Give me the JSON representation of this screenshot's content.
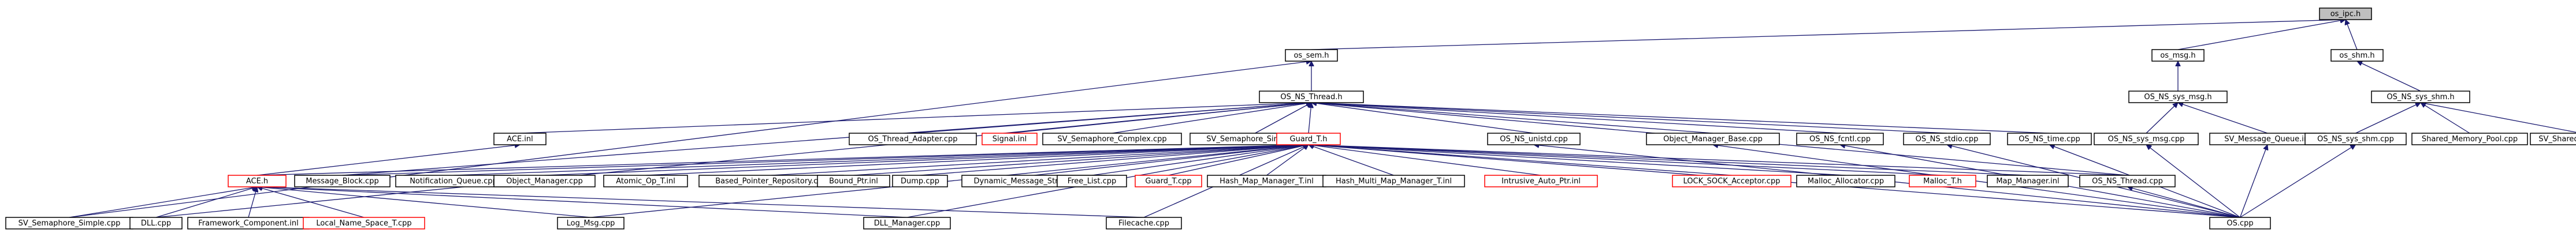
{
  "graph": {
    "colors": {
      "edge": "#191970",
      "box_border": "#000000",
      "missing_border": "#ff0000",
      "current_fill": "#bfbfbf",
      "background": "#ffffff"
    },
    "nodes": [
      {
        "id": "os_ipc_h",
        "label": "os_ipc.h",
        "status": "current"
      },
      {
        "id": "os_sem_h",
        "label": "os_sem.h"
      },
      {
        "id": "os_msg_h",
        "label": "os_msg.h"
      },
      {
        "id": "os_shm_h",
        "label": "os_shm.h"
      },
      {
        "id": "os_ns_thread_h",
        "label": "OS_NS_Thread.h"
      },
      {
        "id": "os_ns_sys_msg_h",
        "label": "OS_NS_sys_msg.h"
      },
      {
        "id": "os_ns_sys_shm_h",
        "label": "OS_NS_sys_shm.h"
      },
      {
        "id": "ace_inl",
        "label": "ACE.inl"
      },
      {
        "id": "os_thread_adapter_cpp",
        "label": "OS_Thread_Adapter.cpp"
      },
      {
        "id": "signal_inl",
        "label": "Signal.inl",
        "status": "missing"
      },
      {
        "id": "sv_semaphore_complex_cpp",
        "label": "SV_Semaphore_Complex.cpp"
      },
      {
        "id": "sv_semaphore_simple_inl",
        "label": "SV_Semaphore_Simple.inl"
      },
      {
        "id": "guard_t_h",
        "label": "Guard_T.h",
        "status": "missing"
      },
      {
        "id": "os_ns_unistd_cpp",
        "label": "OS_NS_unistd.cpp"
      },
      {
        "id": "object_manager_base_cpp",
        "label": "Object_Manager_Base.cpp"
      },
      {
        "id": "os_ns_fcntl_cpp",
        "label": "OS_NS_fcntl.cpp"
      },
      {
        "id": "os_ns_stdio_cpp",
        "label": "OS_NS_stdio.cpp"
      },
      {
        "id": "os_ns_time_cpp",
        "label": "OS_NS_time.cpp"
      },
      {
        "id": "os_ns_sys_msg_cpp",
        "label": "OS_NS_sys_msg.cpp"
      },
      {
        "id": "sv_message_queue_inl",
        "label": "SV_Message_Queue.inl"
      },
      {
        "id": "os_ns_sys_shm_cpp",
        "label": "OS_NS_sys_shm.cpp"
      },
      {
        "id": "shared_memory_pool_cpp",
        "label": "Shared_Memory_Pool.cpp"
      },
      {
        "id": "sv_shared_memory_inl",
        "label": "SV_Shared_Memory.inl"
      },
      {
        "id": "message_block_cpp",
        "label": "Message_Block.cpp"
      },
      {
        "id": "notification_queue_cpp",
        "label": "Notification_Queue.cpp"
      },
      {
        "id": "object_manager_cpp",
        "label": "Object_Manager.cpp"
      },
      {
        "id": "atomic_op_t_inl",
        "label": "Atomic_Op_T.inl"
      },
      {
        "id": "based_pointer_repository_cpp",
        "label": "Based_Pointer_Repository.cpp"
      },
      {
        "id": "bound_ptr_inl",
        "label": "Bound_Ptr.inl"
      },
      {
        "id": "dump_cpp",
        "label": "Dump.cpp"
      },
      {
        "id": "dynamic_message_strategy_cpp",
        "label": "Dynamic_Message_Strategy.cpp"
      },
      {
        "id": "free_list_cpp",
        "label": "Free_List.cpp"
      },
      {
        "id": "guard_t_cpp",
        "label": "Guard_T.cpp",
        "status": "missing"
      },
      {
        "id": "hash_map_manager_t_inl",
        "label": "Hash_Map_Manager_T.inl"
      },
      {
        "id": "hash_multi_map_manager_t_inl",
        "label": "Hash_Multi_Map_Manager_T.inl"
      },
      {
        "id": "intrusive_auto_ptr_inl",
        "label": "Intrusive_Auto_Ptr.inl",
        "status": "missing"
      },
      {
        "id": "lock_sock_acceptor_cpp",
        "label": "LOCK_SOCK_Acceptor.cpp",
        "status": "missing"
      },
      {
        "id": "malloc_allocator_cpp",
        "label": "Malloc_Allocator.cpp"
      },
      {
        "id": "malloc_t_h",
        "label": "Malloc_T.h",
        "status": "missing"
      },
      {
        "id": "map_manager_inl",
        "label": "Map_Manager.inl"
      },
      {
        "id": "os_ns_thread_cpp",
        "label": "OS_NS_Thread.cpp"
      },
      {
        "id": "ace_h",
        "label": "ACE.h",
        "status": "missing"
      },
      {
        "id": "sv_semaphore_simple_cpp",
        "label": "SV_Semaphore_Simple.cpp"
      },
      {
        "id": "dll_cpp",
        "label": "DLL.cpp"
      },
      {
        "id": "framework_component_inl",
        "label": "Framework_Component.inl"
      },
      {
        "id": "local_name_space_t_cpp",
        "label": "Local_Name_Space_T.cpp",
        "status": "missing"
      },
      {
        "id": "log_msg_cpp",
        "label": "Log_Msg.cpp"
      },
      {
        "id": "dll_manager_cpp",
        "label": "DLL_Manager.cpp"
      },
      {
        "id": "filecache_cpp",
        "label": "Filecache.cpp"
      },
      {
        "id": "os_cpp",
        "label": "OS.cpp"
      }
    ]
  }
}
